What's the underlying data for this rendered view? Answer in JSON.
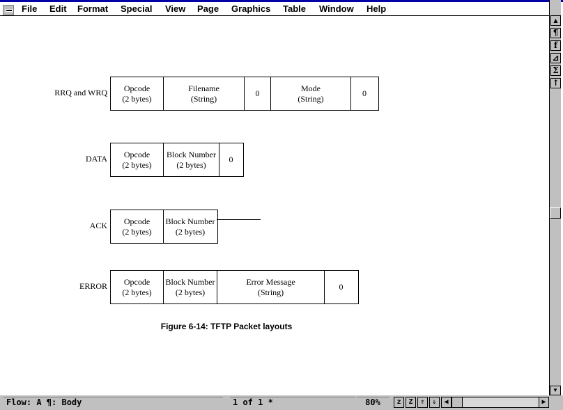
{
  "menu": [
    "File",
    "Edit",
    "Format",
    "Special",
    "View",
    "Page",
    "Graphics",
    "Table",
    "Window",
    "Help"
  ],
  "toolbar_icons": [
    "paragraph-icon",
    "function-icon",
    "triangle-icon",
    "sigma-icon",
    "arrow-up-icon"
  ],
  "toolbar_glyphs": [
    "¶",
    "f",
    "⊿",
    "Σ",
    "↑"
  ],
  "diagram": {
    "rows": [
      {
        "label": "RRQ and WRQ",
        "cells": [
          [
            "Opcode",
            "(2 bytes)"
          ],
          [
            "Filename",
            "(String)"
          ],
          [
            "0",
            ""
          ],
          [
            "Mode",
            "(String)"
          ],
          [
            "0",
            ""
          ]
        ]
      },
      {
        "label": "DATA",
        "cells": [
          [
            "Opcode",
            "(2 bytes)"
          ],
          [
            "Block Number",
            "(2 bytes)"
          ],
          [
            "0",
            ""
          ]
        ]
      },
      {
        "label": "ACK",
        "cells": [
          [
            "Opcode",
            "(2 bytes)"
          ],
          [
            "Block Number",
            "(2 bytes)"
          ]
        ]
      },
      {
        "label": "ERROR",
        "cells": [
          [
            "Opcode",
            "(2 bytes)"
          ],
          [
            "Block Number",
            "(2 bytes)"
          ],
          [
            "Error Message",
            "(String)"
          ],
          [
            "0",
            ""
          ]
        ]
      }
    ],
    "caption": "Figure 6-14: TFTP Packet layouts"
  },
  "status": {
    "flow": "Flow: A  ¶: Body",
    "page": "1 of 1 *",
    "zoom": "80%",
    "buttons": [
      "z",
      "Z",
      "⇑",
      "⇓"
    ]
  }
}
